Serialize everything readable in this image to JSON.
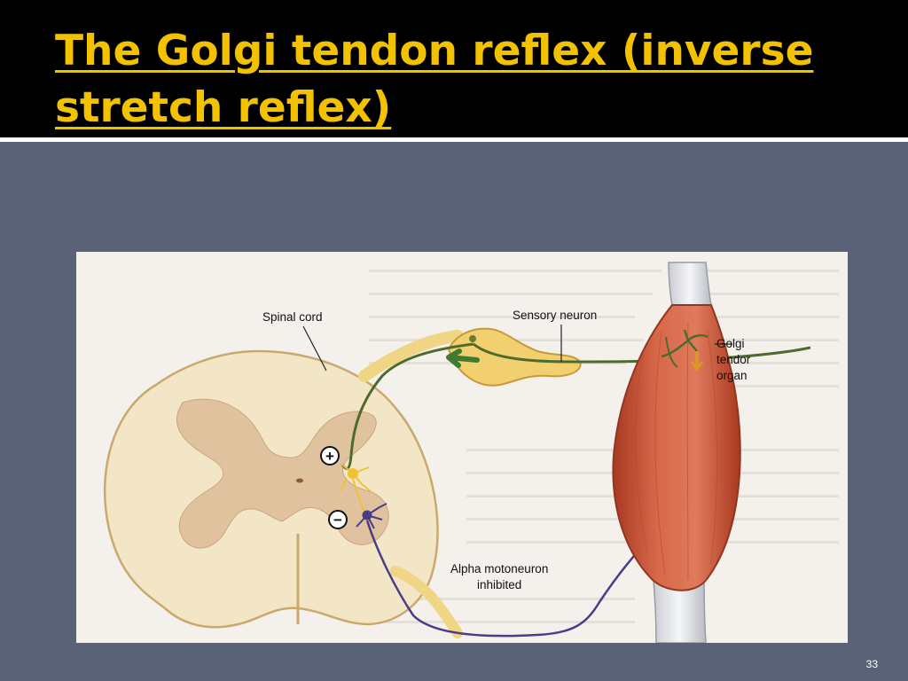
{
  "slide": {
    "title": "The Golgi tendon reflex (inverse stretch reflex)",
    "number": "33"
  },
  "diagram": {
    "labels": {
      "spinal_cord": "Spinal cord",
      "sensory_neuron": "Sensory neuron",
      "golgi_line1": "Golgi",
      "golgi_line2": "tendor",
      "golgi_line3": "organ",
      "alpha_line1": "Alpha motoneuron",
      "alpha_line2": "inhibited"
    },
    "symbols": {
      "excitatory": "+",
      "inhibitory": "−"
    },
    "colors": {
      "sensory_neuron": "#4d6b2f",
      "motoneuron": "#4a3c88",
      "interneuron": "#f0c232",
      "muscle": "#cf5d3e",
      "spinal_cord": "#f3e6c6",
      "gray_matter": "#e0c29e",
      "ganglion": "#f2d070"
    }
  }
}
